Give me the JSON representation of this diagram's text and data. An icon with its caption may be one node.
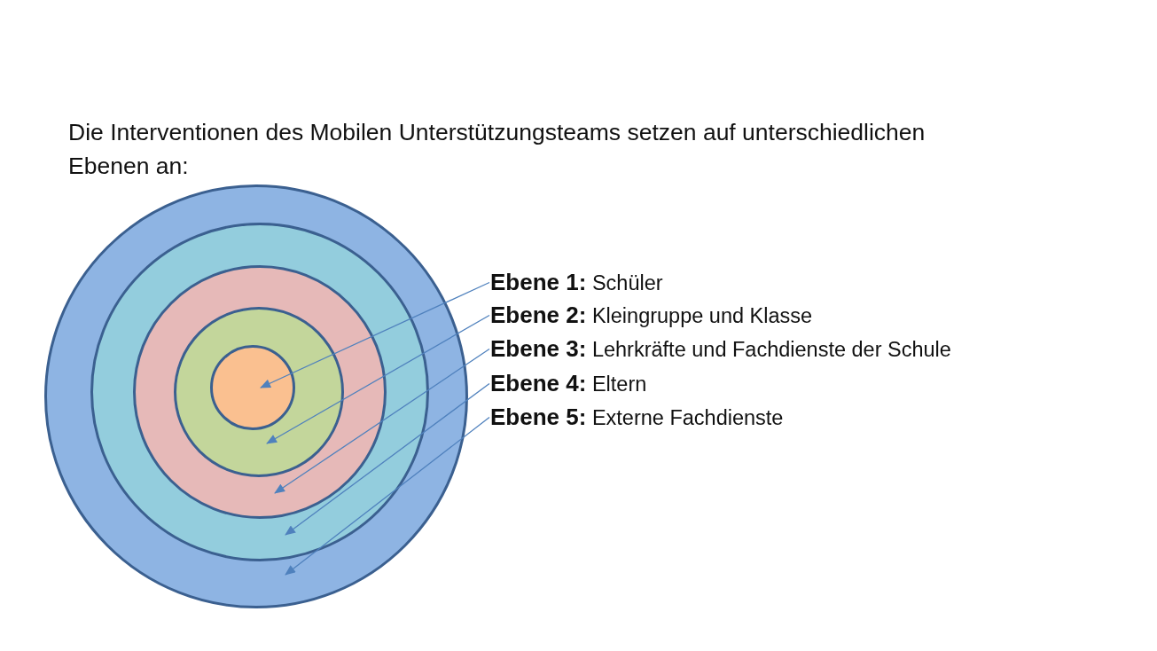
{
  "diagram": {
    "title": "Die Interventionen des Mobilen Unterstützungsteams setzen auf unterschiedlichen Ebenen an:",
    "nodes": [
      {
        "text": [],
        "shape": "circle"
      },
      {
        "text": [],
        "shape": "circle",
        "in": 0
      },
      {
        "text": [],
        "shape": "circle",
        "in": 1
      },
      {
        "text": [],
        "shape": "circle",
        "in": 2
      },
      {
        "text": [],
        "shape": "circle",
        "in": 3
      },
      {
        "text": [
          "**Ebene 1:** Schüler"
        ]
      },
      {
        "text": [
          "**Ebene 2:** Kleingruppe und Klasse"
        ]
      },
      {
        "text": [
          "**Ebene 3:** Lehrkräfte und Fachdienste der Schule"
        ]
      },
      {
        "text": [
          "**Ebene 4:** Eltern"
        ]
      },
      {
        "text": [
          "**Ebene 5:** Externe Fachdienste"
        ]
      }
    ],
    "edges": [
      {
        "from": 5,
        "to": 4,
        "arrow": "to"
      },
      {
        "from": 6,
        "to": 3,
        "arrow": "to"
      },
      {
        "from": 7,
        "to": 2,
        "arrow": "to"
      },
      {
        "from": 8,
        "to": 1,
        "arrow": "to"
      },
      {
        "from": 9,
        "to": 0,
        "arrow": "to"
      }
    ]
  }
}
